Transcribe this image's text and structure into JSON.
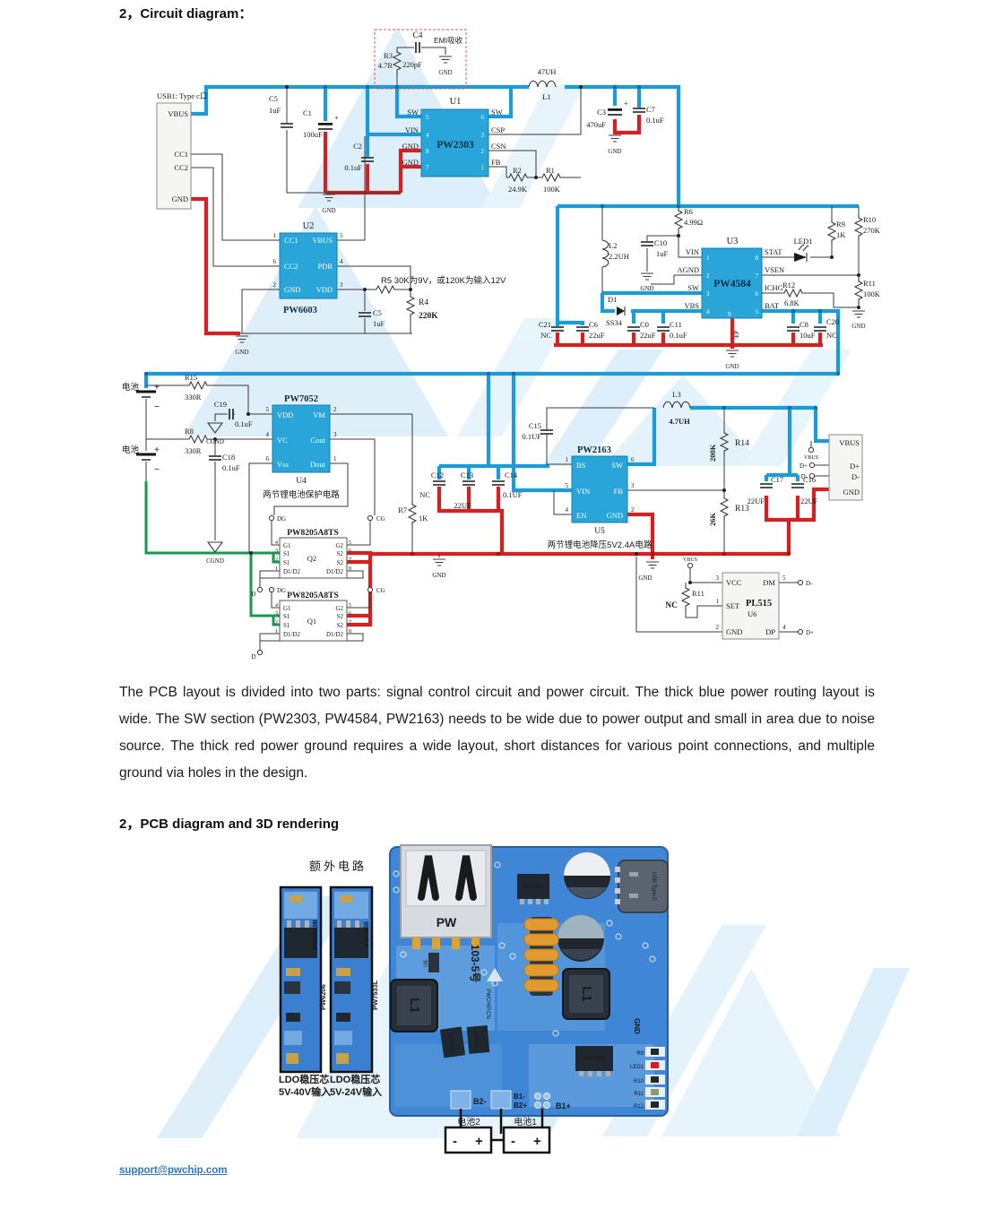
{
  "page": {
    "title1": "2，Circuit diagram：",
    "paragraph": "The PCB layout is divided into two parts: signal control circuit and power circuit. The thick blue power routing layout is wide. The SW section (PW2303, PW4584, PW2163) needs to be wide due to power output and small in area due to noise source. The thick red power ground requires a wide layout, short distances for various point connections, and multiple ground via holes in the design.",
    "title2": "2，PCB diagram and 3D rendering",
    "footer": "support@pwchip.com"
  },
  "colors": {
    "wire_blue": "#1b9cd8",
    "wire_red": "#d42020",
    "wire_green": "#17984c",
    "ic_blue": "#2aa5da",
    "watermark": "#c2e2f6"
  },
  "sch": {
    "gnd": "GND",
    "plus": "+",
    "minus": "-",
    "usb1": {
      "title": "USB1: Type c口",
      "p1": "VBUS",
      "p2": "CC1",
      "p3": "CC2",
      "p4": "GND"
    },
    "emi": {
      "cap": "C4",
      "capv": "220pF",
      "label": "EMI吸收",
      "res": "R3",
      "resv": "4.7R"
    },
    "u1": {
      "ref": "U1",
      "name": "PW2303",
      "l1": "SW",
      "l2": "VIN",
      "l3": "GND",
      "l4": "GND",
      "ln1": "5",
      "ln2": "4",
      "ln3": "8",
      "ln4": "7",
      "r1": "SW",
      "r2": "CSP",
      "r3": "CSN",
      "r4": "FB",
      "rn1": "6",
      "rn2": "3",
      "rn3": "2",
      "rn4": "1"
    },
    "c5a": "C5",
    "c5av": "1uF",
    "c1": "C1",
    "c1v": "100uF",
    "c2": "C2",
    "c2v": "0.1uF",
    "l1": "L1",
    "l1v": "47UH",
    "c3": "C3",
    "c3v": "470uF",
    "c7": "C7",
    "c7v": "0.1uF",
    "r2": "R2",
    "r2v": "24.9K",
    "r1": "R1",
    "r1v": "100K",
    "u2": {
      "ref": "U2",
      "name": "PW6603",
      "l1": "CC1",
      "l2": "CC2",
      "l3": "GND",
      "ln1": "1",
      "ln2": "6",
      "ln3": "2",
      "r1": "VBUS",
      "r2": "PDR",
      "r3": "VDD",
      "rn1": "5",
      "rn2": "4",
      "rn3": "3"
    },
    "r5note": "R5  30K为9V，或120K为输入12V",
    "r4": "R4",
    "r4v": "220K",
    "c5b": "C5",
    "c5bv": "1uF",
    "u3": {
      "ref": "U3",
      "name": "PW4584",
      "l1": "VIN",
      "l2": "AGND",
      "l3": "SW",
      "l4": "VBS",
      "ln1": "1",
      "ln2": "2",
      "ln3": "3",
      "ln4": "4",
      "r1": "STAT",
      "r2": "VSEN",
      "r3": "ICHG",
      "r4": "BAT",
      "rn1": "8",
      "rn2": "7",
      "rn3": "6",
      "rn4": "5",
      "ep": "EP",
      "epn": "9"
    },
    "r6": "R6",
    "r6v": "4.99Ω",
    "l2": "L2",
    "l2v": "2.2UH",
    "c10": "C10",
    "c10v": "1uF",
    "d1": "D1",
    "d1v": "SS34",
    "led1": "LED1",
    "r9": "R9",
    "r9v": "1K",
    "r10": "R10",
    "r10v": "270K",
    "r11a": "R11",
    "r11av": "100K",
    "r12": "R12",
    "r12v": "6.8K",
    "c21": "C21",
    "c21v": "NC",
    "c6": "C6",
    "c6v": "22uF",
    "c0": "C0",
    "c0v": "22uF",
    "c11": "C11",
    "c11v": "0.1uF",
    "c8": "C8",
    "c8v": "10uF",
    "c20": "C20",
    "c20v": "NC",
    "bat": "电池",
    "r15": "R15",
    "r15v": "330R",
    "r8": "R8",
    "r8v": "330R",
    "c19": "C19",
    "c19v": "0.1uF",
    "c18": "C18",
    "c18v": "0.1uF",
    "cgnd": "CGND",
    "u4": {
      "ref": "U4",
      "name": "PW7052",
      "desc": "两节锂电池保护电路",
      "l1": "VDD",
      "l2": "VC",
      "l3": "Vss",
      "ln1": "5",
      "ln2": "4",
      "ln3": "6",
      "r1": "VM",
      "r2": "Cout",
      "r3": "Dout",
      "rn1": "2",
      "rn2": "3",
      "rn3": "1"
    },
    "q": {
      "name": "PW8205A8TS",
      "q2": "Q2",
      "q1": "Q1",
      "l1": "G1",
      "l2": "S1",
      "l3": "S1",
      "l4": "D1/D2",
      "ln1": "4",
      "ln2": "3",
      "ln3": "2",
      "ln4": "1",
      "r1": "G2",
      "r2": "S2",
      "r3": "S2",
      "r4": "D1/D2",
      "rn1": "5",
      "rn2": "6",
      "rn3": "7",
      "rn4": "8",
      "dg": "DG",
      "cg": "CG",
      "d": "D"
    },
    "r7": "R7",
    "r7v": "1K",
    "c12": "C12",
    "c12v": "NC",
    "c13": "C13",
    "c13v": "22UF",
    "c14": "C14",
    "c14v": "0.1UF",
    "u5": {
      "ref": "U5",
      "name": "PW2163",
      "desc": "两节锂电池降压5V2.4A电路",
      "l1": "BS",
      "l2": "VIN",
      "l3": "EN",
      "ln1": "1",
      "ln2": "5",
      "ln3": "4",
      "r1": "SW",
      "r2": "FB",
      "r3": "GND",
      "rn1": "6",
      "rn2": "3",
      "rn3": "2"
    },
    "c15": "C15",
    "c15v": "0.1UF",
    "l3": "L3",
    "l3v": "4.7UH",
    "r14": "R14",
    "r14v": "200K",
    "r13": "R13",
    "r13v": "26K",
    "c17": "C17",
    "c17v": "22UF",
    "c16": "C16",
    "c16v": "22UF",
    "oc": {
      "p1": "VBUS",
      "p2": "D+",
      "p3": "D-",
      "p4": "GND",
      "t1": "VBUS",
      "t2": "D+",
      "t3": "D-"
    },
    "u6": {
      "ref": "U6",
      "name": "PL515",
      "l1": "VCC",
      "l2": "SET",
      "l3": "GND",
      "ln1": "3",
      "ln2": "1",
      "ln3": "2",
      "r1": "DM",
      "r2": "DP",
      "rn1": "5",
      "rn2": "4"
    },
    "r11b": "R11",
    "r11bnc": "NC",
    "vbus2": "VBUS",
    "dmo": "D-",
    "dpo": "D+"
  },
  "pcb": {
    "extra": "额外电路",
    "s1a": "PW6513B",
    "s1b": "PW6206",
    "s1c1": "LDO稳压芯",
    "s1c2": "5V-40V输入",
    "s2a": "PW7550",
    "s2b": "PW7533L",
    "s2c1": "LDO稳压芯",
    "s2c2": "5V-24V输入",
    "pw": "PW",
    "usbc": "USB Type C",
    "num": "103-5号",
    "logo": "PWCHIP.CN",
    "gnd": "GND",
    "l1": "L1",
    "u1": "PW2303",
    "u3": "PW4584",
    "q": "8205A8",
    "u6": "U6",
    "r9": "R9",
    "led1": "LED1",
    "r10": "R10",
    "r11": "R11",
    "r12": "R12",
    "b2m": "B2-",
    "b1m": "B1-",
    "b2p": "B2+",
    "b1p": "B1+",
    "bat2": "电池2",
    "bat1": "电池1",
    "minus": "-",
    "plus": "+"
  }
}
